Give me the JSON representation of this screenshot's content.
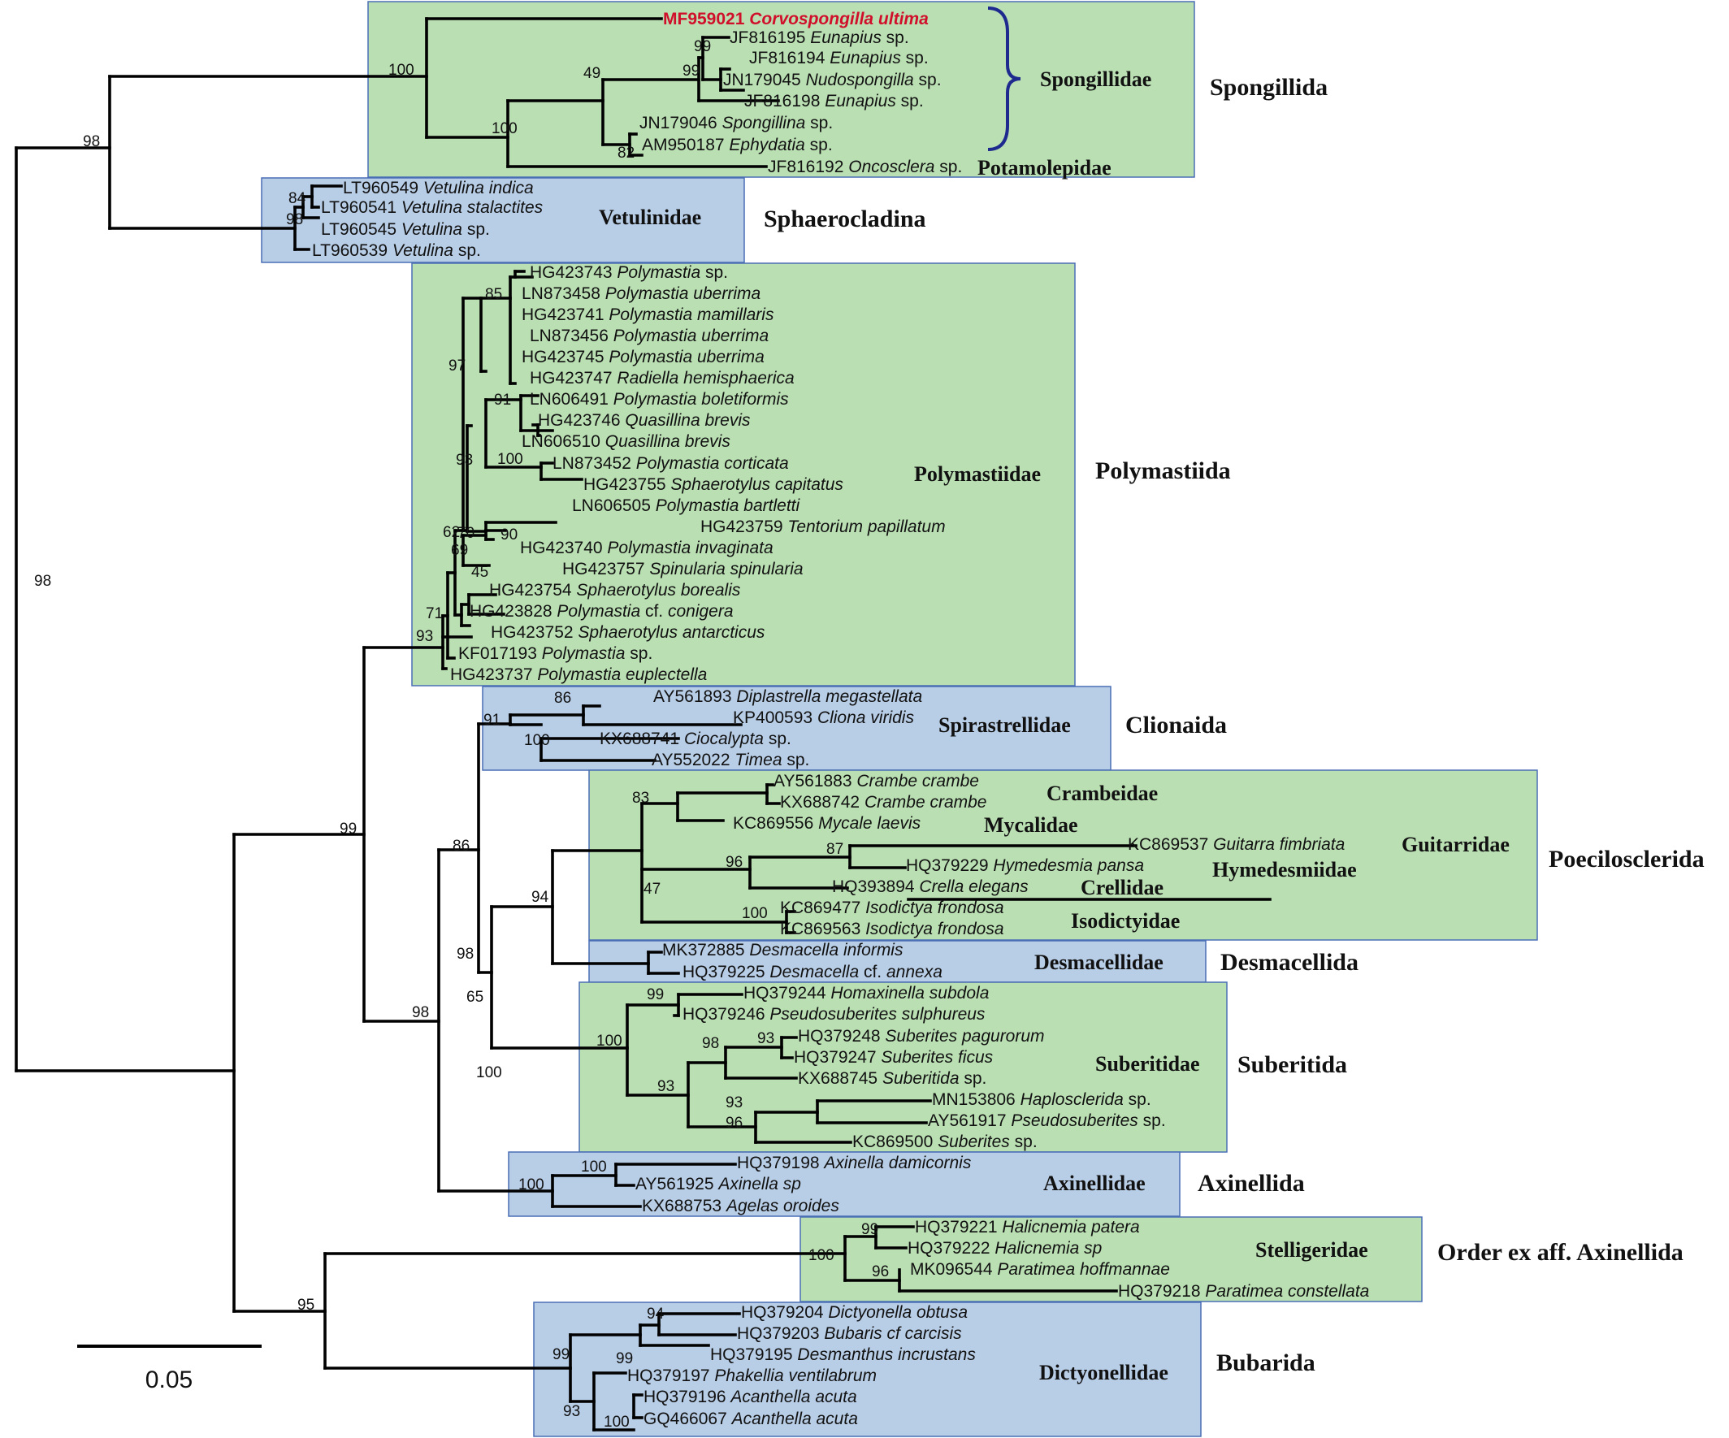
{
  "colors": {
    "green_box": "#badfb3",
    "blue_box": "#b8cde6",
    "box_border": "#4a6fb5",
    "highlight_taxon": "#d0102a",
    "brace": "#1f2a8f"
  },
  "scale_bar": {
    "label": "0.05"
  },
  "boxes": [
    {
      "id": "spongillida",
      "color": "green"
    },
    {
      "id": "vetulinidae",
      "color": "blue"
    },
    {
      "id": "polymastiida",
      "color": "green"
    },
    {
      "id": "clionaida",
      "color": "blue"
    },
    {
      "id": "poecilosclerida",
      "color": "green"
    },
    {
      "id": "desmacellida",
      "color": "blue"
    },
    {
      "id": "suberitida",
      "color": "green"
    },
    {
      "id": "axinellida",
      "color": "blue"
    },
    {
      "id": "stelligeridae",
      "color": "green"
    },
    {
      "id": "bubarida",
      "color": "blue"
    }
  ],
  "taxa": [
    {
      "acc": "MF959021",
      "name": "Corvospongilla ultima",
      "suffix": "",
      "highlight": true
    },
    {
      "acc": "JF816195",
      "name": "Eunapius",
      "suffix": " sp."
    },
    {
      "acc": "JF816194",
      "name": "Eunapius",
      "suffix": " sp."
    },
    {
      "acc": "JN179045",
      "name": "Nudospongilla",
      "suffix": " sp."
    },
    {
      "acc": "JF816198",
      "name": "Eunapius",
      "suffix": " sp."
    },
    {
      "acc": "JN179046",
      "name": "Spongillina",
      "suffix": " sp."
    },
    {
      "acc": "AM950187",
      "name": "Ephydatia",
      "suffix": " sp."
    },
    {
      "acc": "JF816192",
      "name": "Oncosclera",
      "suffix": " sp."
    },
    {
      "acc": "LT960549",
      "name": "Vetulina indica",
      "suffix": ""
    },
    {
      "acc": "LT960541",
      "name": "Vetulina stalactites",
      "suffix": ""
    },
    {
      "acc": "LT960545",
      "name": "Vetulina",
      "suffix": " sp."
    },
    {
      "acc": "LT960539",
      "name": "Vetulina",
      "suffix": " sp."
    },
    {
      "acc": "HG423743",
      "name": "Polymastia",
      "suffix": " sp."
    },
    {
      "acc": "LN873458",
      "name": "Polymastia uberrima",
      "suffix": ""
    },
    {
      "acc": "HG423741",
      "name": "Polymastia mamillaris",
      "suffix": ""
    },
    {
      "acc": "LN873456",
      "name": "Polymastia uberrima",
      "suffix": ""
    },
    {
      "acc": "HG423745",
      "name": "Polymastia uberrima",
      "suffix": ""
    },
    {
      "acc": "HG423747",
      "name": "Radiella hemisphaerica",
      "suffix": ""
    },
    {
      "acc": "LN606491",
      "name": "Polymastia boletiformis",
      "suffix": ""
    },
    {
      "acc": "HG423746",
      "name": "Quasillina brevis",
      "suffix": ""
    },
    {
      "acc": "LN606510",
      "name": "Quasillina brevis",
      "suffix": ""
    },
    {
      "acc": "LN873452",
      "name": "Polymastia corticata",
      "suffix": ""
    },
    {
      "acc": "HG423755",
      "name": "Sphaerotylus capitatus",
      "suffix": ""
    },
    {
      "acc": "LN606505",
      "name": "Polymastia bartletti",
      "suffix": ""
    },
    {
      "acc": "HG423759",
      "name": "Tentorium papillatum",
      "suffix": ""
    },
    {
      "acc": "HG423740",
      "name": "Polymastia invaginata",
      "suffix": ""
    },
    {
      "acc": "HG423757",
      "name": "Spinularia spinularia",
      "suffix": ""
    },
    {
      "acc": "HG423754",
      "name": "Sphaerotylus borealis",
      "suffix": ""
    },
    {
      "acc": "HG423828",
      "name": "Polymastia",
      "suffix": " cf. ",
      "name2": "conigera"
    },
    {
      "acc": "HG423752",
      "name": "Sphaerotylus antarcticus",
      "suffix": ""
    },
    {
      "acc": "KF017193",
      "name": "Polymastia",
      "suffix": " sp."
    },
    {
      "acc": "HG423737",
      "name": "Polymastia euplectella",
      "suffix": ""
    },
    {
      "acc": "AY561893",
      "name": "Diplastrella megastellata",
      "suffix": ""
    },
    {
      "acc": "KP400593",
      "name": "Cliona viridis",
      "suffix": ""
    },
    {
      "acc": "KX688741",
      "name": "Ciocalypta",
      "suffix": " sp."
    },
    {
      "acc": "AY552022",
      "name": "Timea",
      "suffix": " sp."
    },
    {
      "acc": "AY561883",
      "name": "Crambe crambe",
      "suffix": ""
    },
    {
      "acc": "KX688742",
      "name": "Crambe crambe",
      "suffix": ""
    },
    {
      "acc": "KC869556",
      "name": "Mycale laevis",
      "suffix": ""
    },
    {
      "acc": "KC869537",
      "name": "Guitarra fimbriata",
      "suffix": ""
    },
    {
      "acc": "HQ379229",
      "name": "Hymedesmia pansa",
      "suffix": ""
    },
    {
      "acc": "HQ393894",
      "name": "Crella elegans",
      "suffix": ""
    },
    {
      "acc": "KC869477",
      "name": "Isodictya frondosa",
      "suffix": ""
    },
    {
      "acc": "KC869563",
      "name": "Isodictya frondosa",
      "suffix": ""
    },
    {
      "acc": "MK372885",
      "name": "Desmacella informis",
      "suffix": ""
    },
    {
      "acc": "HQ379225",
      "name": "Desmacella",
      "suffix": " cf. ",
      "name2": "annexa"
    },
    {
      "acc": "HQ379244",
      "name": "Homaxinella subdola",
      "suffix": ""
    },
    {
      "acc": "HQ379246",
      "name": "Pseudosuberites sulphureus",
      "suffix": ""
    },
    {
      "acc": "HQ379248",
      "name": "Suberites pagurorum",
      "suffix": ""
    },
    {
      "acc": "HQ379247",
      "name": "Suberites ficus",
      "suffix": ""
    },
    {
      "acc": "KX688745",
      "name": "Suberitida",
      "suffix": " sp."
    },
    {
      "acc": "MN153806",
      "name": "Haplosclerida",
      "suffix": " sp."
    },
    {
      "acc": "AY561917",
      "name": "Pseudosuberites",
      "suffix": " sp."
    },
    {
      "acc": "KC869500",
      "name": "Suberites",
      "suffix": " sp."
    },
    {
      "acc": "HQ379198",
      "name": "Axinella damicornis",
      "suffix": ""
    },
    {
      "acc": "AY561925",
      "name": "Axinella sp",
      "suffix": ""
    },
    {
      "acc": "KX688753",
      "name": "Agelas oroides",
      "suffix": ""
    },
    {
      "acc": "HQ379221",
      "name": "Halicnemia patera",
      "suffix": ""
    },
    {
      "acc": "HQ379222",
      "name": "Halicnemia sp",
      "suffix": ""
    },
    {
      "acc": "MK096544",
      "name": "Paratimea hoffmannae",
      "suffix": ""
    },
    {
      "acc": "HQ379218",
      "name": "Paratimea constellata",
      "suffix": ""
    },
    {
      "acc": "HQ379204",
      "name": "Dictyonella obtusa",
      "suffix": ""
    },
    {
      "acc": "HQ379203",
      "name": "Bubaris cf carcisis",
      "suffix": ""
    },
    {
      "acc": "HQ379195",
      "name": "Desmanthus incrustans",
      "suffix": ""
    },
    {
      "acc": "HQ379197",
      "name": "Phakellia ventilabrum",
      "suffix": ""
    },
    {
      "acc": "HQ379196",
      "name": "Acanthella acuta",
      "suffix": ""
    },
    {
      "acc": "GQ466067",
      "name": "Acanthella acuta",
      "suffix": ""
    }
  ],
  "bootstrap": [
    "98",
    "100",
    "98",
    "99",
    "99",
    "49",
    "100",
    "82",
    "84",
    "98",
    "85",
    "97",
    "91",
    "93",
    "100",
    "62",
    "70",
    "90",
    "69",
    "45",
    "71",
    "93",
    "100",
    "86",
    "91",
    "100",
    "83",
    "87",
    "96",
    "47",
    "100",
    "94",
    "99",
    "86",
    "65",
    "98",
    "99",
    "100",
    "93",
    "98",
    "93",
    "93",
    "96",
    "100",
    "100",
    "100",
    "99",
    "96",
    "98",
    "95",
    "94",
    "99",
    "99",
    "93",
    "100"
  ],
  "families": [
    {
      "id": "spongillidae",
      "label": "Spongillidae"
    },
    {
      "id": "potamolepidae",
      "label": "Potamolepidae"
    },
    {
      "id": "vetulinidae",
      "label": "Vetulinidae"
    },
    {
      "id": "polymastiidae",
      "label": "Polymastiidae"
    },
    {
      "id": "spirastrellidae",
      "label": "Spirastrellidae"
    },
    {
      "id": "crambeidae",
      "label": "Crambeidae"
    },
    {
      "id": "mycalidae",
      "label": "Mycalidae"
    },
    {
      "id": "guitarridae",
      "label": "Guitarridae"
    },
    {
      "id": "hymedesmiidae",
      "label": "Hymedesmiidae"
    },
    {
      "id": "crellidae",
      "label": "Crellidae"
    },
    {
      "id": "isodictyidae",
      "label": "Isodictyidae"
    },
    {
      "id": "desmacellidae",
      "label": "Desmacellidae"
    },
    {
      "id": "suberitidae",
      "label": "Suberitidae"
    },
    {
      "id": "axinellidae",
      "label": "Axinellidae"
    },
    {
      "id": "stelligeridae",
      "label": "Stelligeridae"
    },
    {
      "id": "dictyonellidae",
      "label": "Dictyonellidae"
    }
  ],
  "orders": [
    {
      "id": "spongillida",
      "label": "Spongillida"
    },
    {
      "id": "sphaerocladina",
      "label": "Sphaerocladina"
    },
    {
      "id": "polymastiida",
      "label": "Polymastiida"
    },
    {
      "id": "clionaida",
      "label": "Clionaida"
    },
    {
      "id": "poecilosclerida",
      "label": "Poecilosclerida"
    },
    {
      "id": "desmacellida",
      "label": "Desmacellida"
    },
    {
      "id": "suberitida",
      "label": "Suberitida"
    },
    {
      "id": "axinellida",
      "label": "Axinellida"
    },
    {
      "id": "order-ex-aff-axinellida",
      "label": "Order ex aff. Axinellida"
    },
    {
      "id": "bubarida",
      "label": "Bubarida"
    }
  ]
}
